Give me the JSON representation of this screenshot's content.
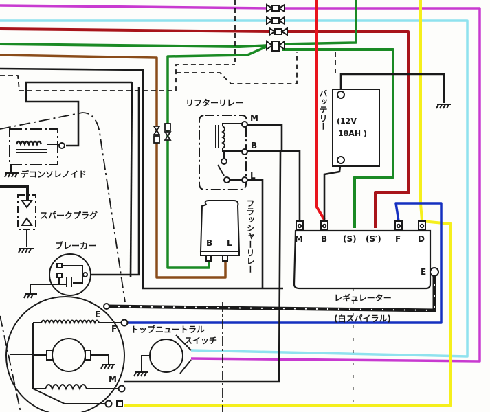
{
  "diagram": {
    "type": "motorcycle-wiring-diagram",
    "colors": {
      "magenta": "#c83ad0",
      "light_blue": "#8fe2ee",
      "dark_red": "#a8141a",
      "red": "#e8141c",
      "green": "#1a8a24",
      "brown": "#8a4c1a",
      "black": "#1a1a1a",
      "blue": "#1530c0",
      "yellow": "#f5ef1c"
    },
    "components": {
      "lifter_relay": {
        "label": "リフターリレー",
        "terminals": [
          "M",
          "B",
          "L"
        ]
      },
      "flasher_relay": {
        "label": "フラッシャーリレー",
        "terminals": [
          "B",
          "L"
        ]
      },
      "battery": {
        "label": "バッテリー",
        "spec_line1": "(12V",
        "spec_line2": "18AH )"
      },
      "regulator": {
        "label": "レギュレーター",
        "terminals": [
          "M",
          "B",
          "(S)",
          "(S′)",
          "F",
          "D"
        ],
        "ground_terminal": "E"
      },
      "spiral_note": "(白スパイラル)",
      "decompression_solenoid": {
        "label": "デコンソレノイド"
      },
      "spark_plug": {
        "label": "スパークプラグ"
      },
      "breaker": {
        "label": "ブレーカー"
      },
      "dynamo": {
        "terminals": [
          "E",
          "F",
          "M"
        ]
      },
      "top_neutral_switch": {
        "label_line1": "トップニュートラル",
        "label_line2": "スイッチ"
      }
    }
  }
}
